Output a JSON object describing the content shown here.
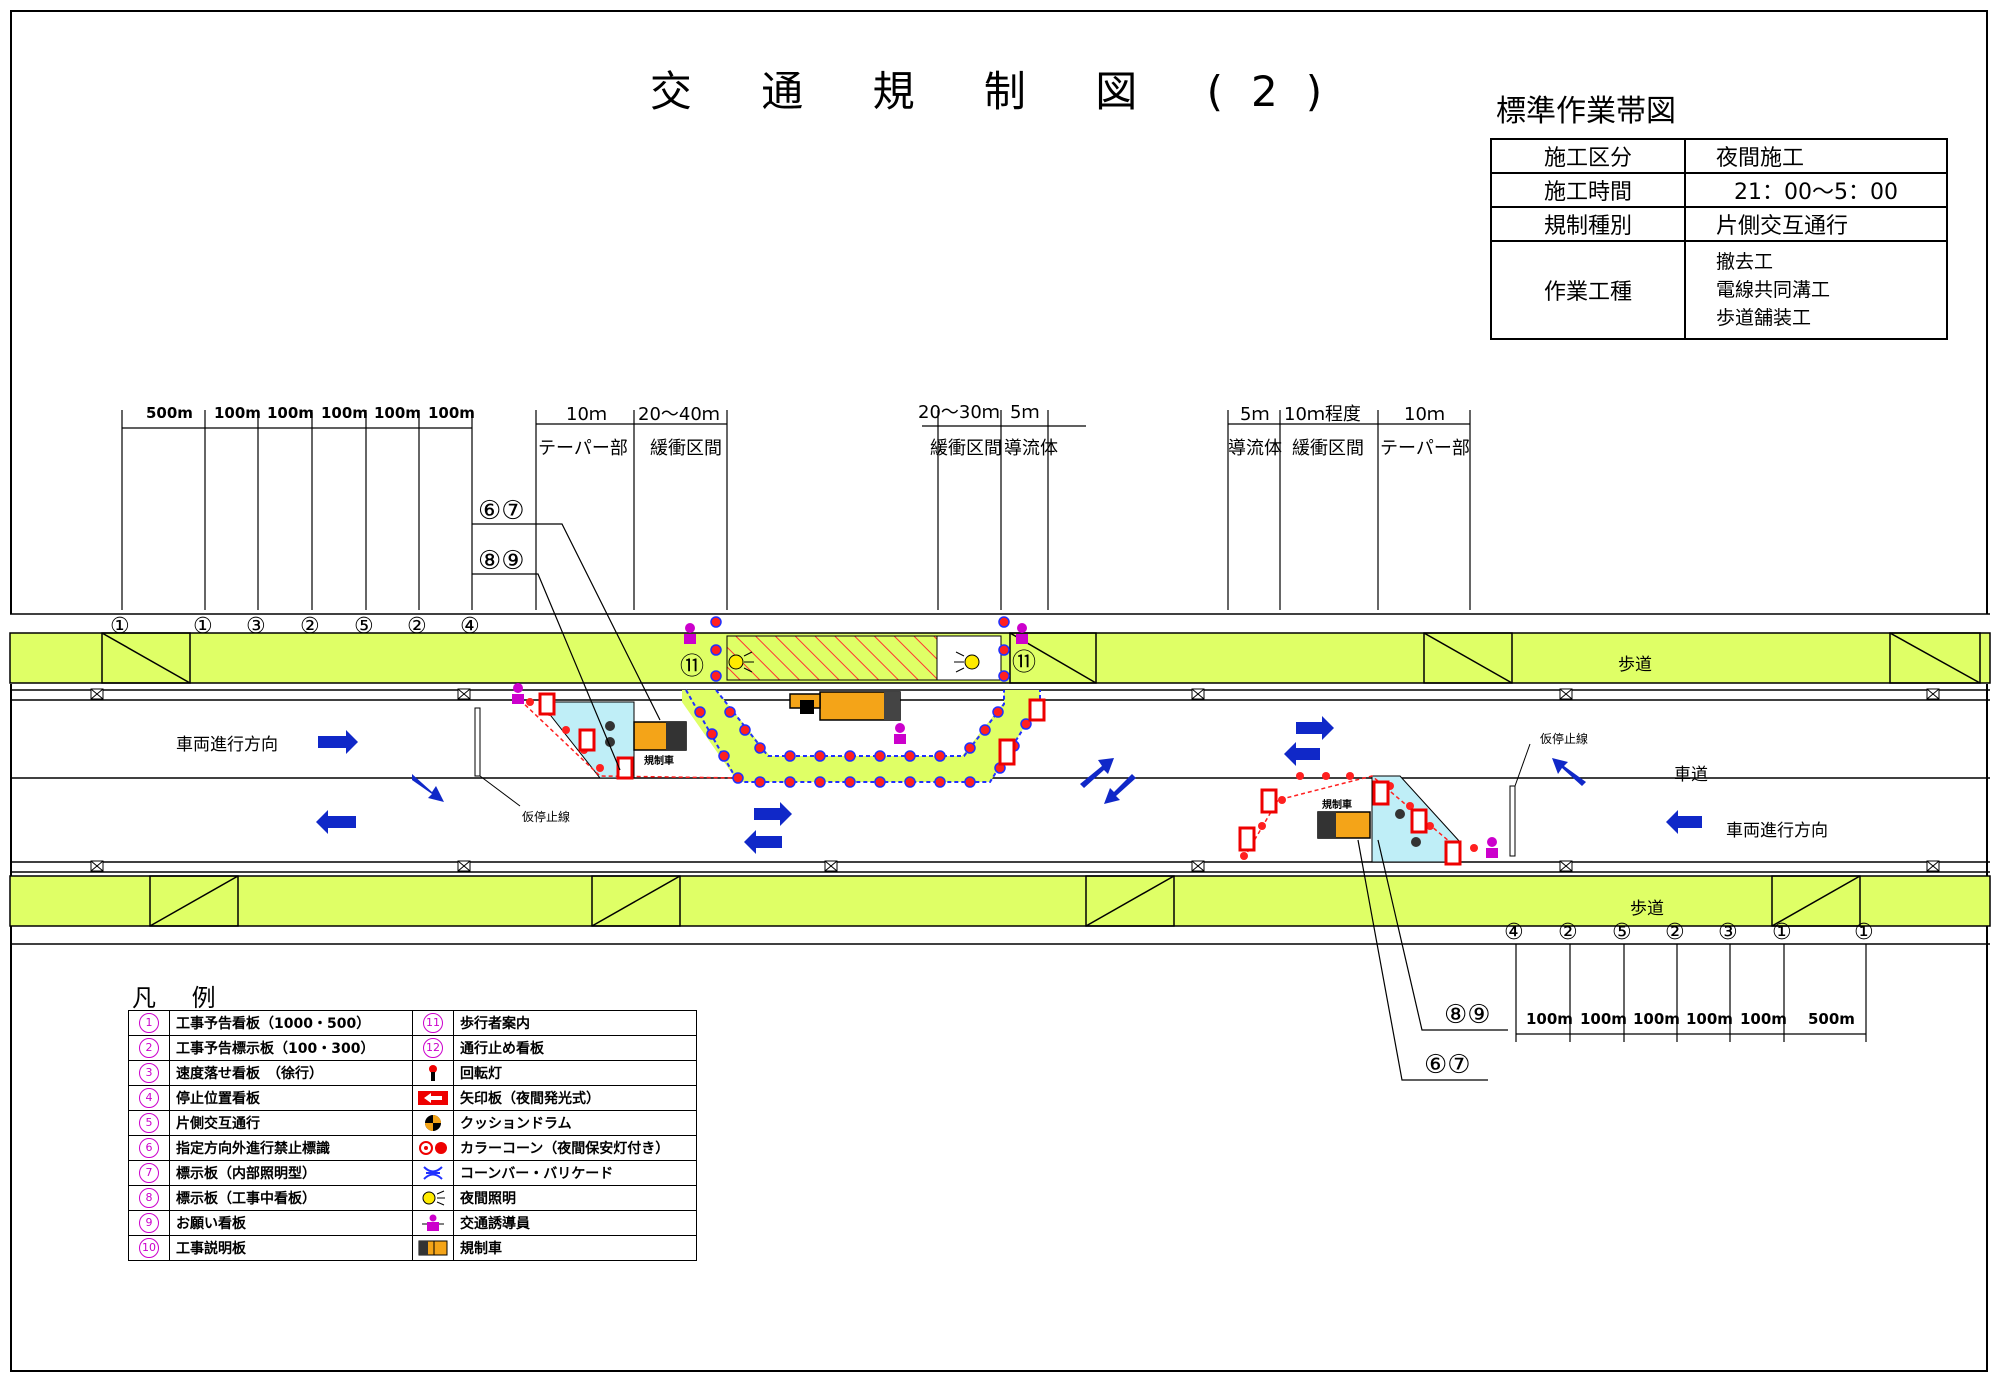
{
  "title": "交 通 規 制 図 (2)",
  "subtitle": "標準作業帯図",
  "info": {
    "rows": [
      {
        "key": "施工区分",
        "value": "夜間施工"
      },
      {
        "key": "施工時間",
        "value": "21：00～5：00"
      },
      {
        "key": "規制種別",
        "value": "片側交互通行"
      },
      {
        "key": "作業工種",
        "value": "撤去工",
        "value2": "電線共同溝工",
        "value3": "歩道舗装工"
      }
    ]
  },
  "dims_left": [
    "500m",
    "100m",
    "100m",
    "100m",
    "100m",
    "100m"
  ],
  "dims_right": [
    "100m",
    "100m",
    "100m",
    "100m",
    "100m",
    "500m"
  ],
  "zones_left": {
    "d1": "10ｍ",
    "d2": "20～40ｍ",
    "z1": "テーパー部",
    "z2": "緩衝区間"
  },
  "zones_mid": {
    "d1": "20～30ｍ",
    "d2": "5ｍ",
    "z1": "緩衝区間",
    "z2": "導流体"
  },
  "zones_right": {
    "d1": "5ｍ",
    "d2": "10ｍ程度",
    "d3": "10ｍ",
    "z1": "導流体",
    "z2": "緩衝区間",
    "z3": "テーパー部"
  },
  "top_signs": [
    "①",
    "①",
    "③",
    "②",
    "⑤",
    "②",
    "④"
  ],
  "bottom_signs": [
    "④",
    "②",
    "⑤",
    "②",
    "③",
    "①",
    "①"
  ],
  "callouts": {
    "a": "⑥⑦",
    "b": "⑧⑨",
    "c": "⑪"
  },
  "labels": {
    "sidewalk": "歩道",
    "roadway": "車道",
    "direction": "車両進行方向",
    "stopline": "仮停止線",
    "vehicle": "規制車"
  },
  "legend": {
    "title": "凡 例",
    "left": [
      {
        "num": "1",
        "text": "工事予告看板（1000・500）"
      },
      {
        "num": "2",
        "text": "工事予告標示板（100・300）"
      },
      {
        "num": "3",
        "text": "速度落せ看板　（徐行）"
      },
      {
        "num": "4",
        "text": "停止位置看板"
      },
      {
        "num": "5",
        "text": "片側交互通行"
      },
      {
        "num": "6",
        "text": "指定方向外進行禁止標識"
      },
      {
        "num": "7",
        "text": "標示板（内部照明型）"
      },
      {
        "num": "8",
        "text": "標示板（工事中看板）"
      },
      {
        "num": "9",
        "text": "お願い看板"
      },
      {
        "num": "10",
        "text": "工事説明板"
      }
    ],
    "right": [
      {
        "sym": "num11",
        "text": "歩行者案内"
      },
      {
        "sym": "num12",
        "text": "通行止め看板"
      },
      {
        "sym": "beacon",
        "text": "回転灯"
      },
      {
        "sym": "arrow",
        "text": "矢印板（夜間発光式）"
      },
      {
        "sym": "drum",
        "text": "クッションドラム"
      },
      {
        "sym": "cone",
        "text": "カラーコーン（夜間保安灯付き）"
      },
      {
        "sym": "bar",
        "text": "コーンバー・バリケード"
      },
      {
        "sym": "light",
        "text": "夜間照明"
      },
      {
        "sym": "guard",
        "text": "交通誘導員"
      },
      {
        "sym": "truck",
        "text": "規制車"
      }
    ],
    "num11": "11",
    "num12": "12"
  },
  "colors": {
    "sidewalk": "#dfff66",
    "hatch": "#ff3333",
    "arrow": "#1028c8",
    "taper": "#bfeef7",
    "cone": "#ff2020",
    "truck": "#f4a418"
  }
}
